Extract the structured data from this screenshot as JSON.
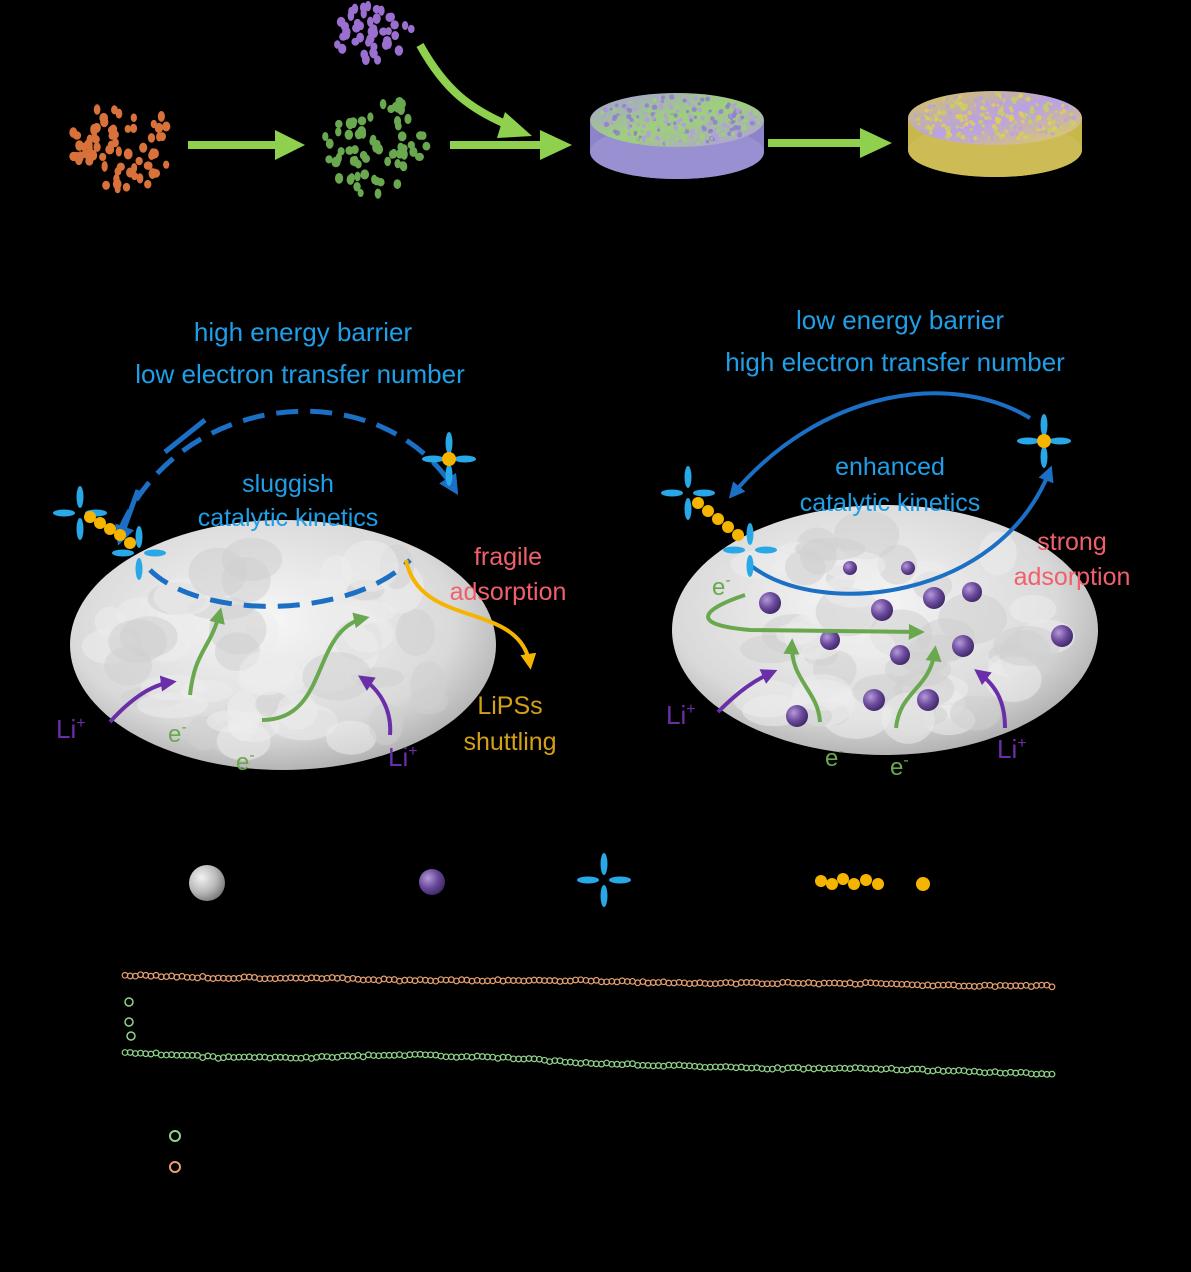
{
  "synthesis": {
    "particle_colors": {
      "orange": "#d9713a",
      "green": "#6aa84f",
      "purple": "#9b6fd0"
    },
    "arrow_color": "#8fd14f",
    "pellet_colors": [
      "#a99be0",
      "#8fd14f"
    ],
    "pellet_final_colors": [
      "#d7c74b",
      "#b9a1e6"
    ]
  },
  "left_panel": {
    "title_line1": "high energy barrier",
    "title_line2": "low electron transfer number",
    "kinetics_line1": "sluggish",
    "kinetics_line2": "catalytic kinetics",
    "adsorption_line1": "fragile",
    "adsorption_line2": "adsorption",
    "shuttle_line1": "LiPSs",
    "shuttle_line2": "shuttling",
    "li_left": "Li",
    "li_left_sup": "+",
    "li_right": "Li",
    "li_right_sup": "+",
    "e_left": "e",
    "e_left_sup": "-",
    "e_center": "e",
    "e_center_sup": "-"
  },
  "right_panel": {
    "title_line1": "low energy barrier",
    "title_line2": "high electron transfer number",
    "kinetics_line1": "enhanced",
    "kinetics_line2": "catalytic kinetics",
    "adsorption_line1": "strong",
    "adsorption_line2": "adsorption",
    "e_top": "e",
    "e_top_sup": "-",
    "li_left": "Li",
    "li_left_sup": "+",
    "li_right": "Li",
    "li_right_sup": "+",
    "e_bottom1": "e",
    "e_bottom1_sup": "-",
    "e_bottom2": "e",
    "e_bottom2_sup": "-"
  },
  "colors": {
    "blue_text": "#1e9fe8",
    "dash_blue": "#1b6fc4",
    "red_text": "#f0606b",
    "gold": "#f4b400",
    "gold_text": "#d4a017",
    "purple": "#6a2fa8",
    "green": "#6aa84f",
    "orange_line": "#e8a070",
    "green_line": "#8fd68a"
  },
  "chart_data": {
    "type": "scatter",
    "series": [
      {
        "color": "#e8a070",
        "values": [
          1.0,
          0.99,
          0.99,
          0.98,
          0.98,
          0.98,
          0.97,
          0.97,
          0.97,
          0.96,
          0.96
        ]
      },
      {
        "color": "#8fd68a",
        "values": [
          0.72,
          0.7,
          0.7,
          0.71,
          0.7,
          0.68,
          0.67,
          0.66,
          0.66,
          0.65,
          0.64
        ]
      }
    ]
  }
}
